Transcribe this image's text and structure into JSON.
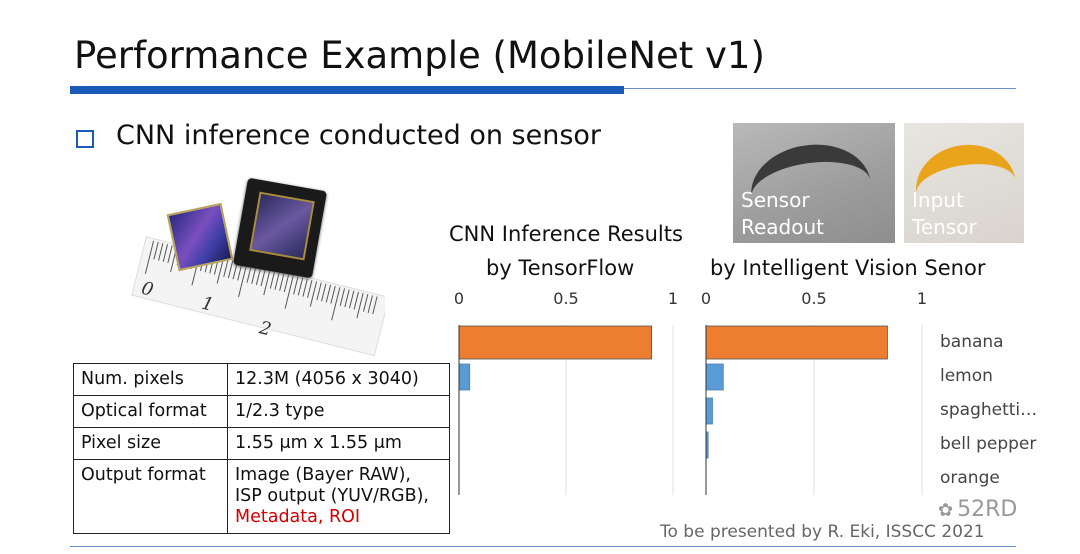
{
  "slide": {
    "title": "Performance Example (MobileNet v1)",
    "bullet": "CNN inference conducted on sensor",
    "footer": "To be presented by R. Eki, ISSCC 2021",
    "watermark": "52RD",
    "accent_color": "#1b5bb8"
  },
  "ruler_labels": [
    "0",
    "1",
    "2"
  ],
  "photos": {
    "gray_label": "Sensor\nReadout",
    "color_label": "Input\nTensor"
  },
  "spec_table": [
    {
      "key": "Num. pixels",
      "value": "12.3M (4056 x 3040)"
    },
    {
      "key": "Optical format",
      "value": "1/2.3 type"
    },
    {
      "key": "Pixel size",
      "value": "1.55 μm x 1.55 μm"
    },
    {
      "key": "Output format",
      "value_lines": [
        "Image (Bayer RAW),",
        "ISP output (YUV/RGB),"
      ],
      "value_red": "Metadata, ROI"
    }
  ],
  "chart_heading": "CNN Inference Results",
  "chart_data": [
    {
      "type": "bar",
      "orientation": "horizontal",
      "title": "by TensorFlow",
      "categories": [
        "banana",
        "lemon",
        "spaghetti…",
        "bell pepper",
        "orange"
      ],
      "series": [
        {
          "values": [
            0.9,
            0.05,
            0.0,
            0.0,
            0.0
          ],
          "colors": [
            "#ed7d31",
            "#5b9bd5",
            "#5b9bd5",
            "#5b9bd5",
            "#5b9bd5"
          ]
        }
      ],
      "xlim": [
        0,
        1
      ],
      "xticks": [
        "0",
        "0.5",
        "1"
      ],
      "grid": true
    },
    {
      "type": "bar",
      "orientation": "horizontal",
      "title": "by Intelligent Vision Senor",
      "categories": [
        "banana",
        "lemon",
        "spaghetti…",
        "bell pepper",
        "orange"
      ],
      "series": [
        {
          "values": [
            0.84,
            0.08,
            0.03,
            0.01,
            0.0
          ],
          "colors": [
            "#ed7d31",
            "#5b9bd5",
            "#5b9bd5",
            "#5b9bd5",
            "#5b9bd5"
          ]
        }
      ],
      "xlim": [
        0,
        1
      ],
      "xticks": [
        "0",
        "0.5",
        "1"
      ],
      "grid": true
    }
  ]
}
